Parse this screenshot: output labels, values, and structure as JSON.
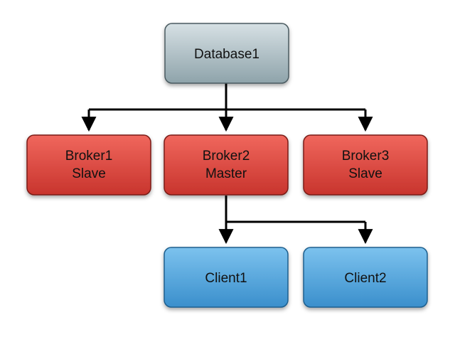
{
  "nodes": {
    "database": {
      "line1": "Database1"
    },
    "broker1": {
      "line1": "Broker1",
      "line2": "Slave"
    },
    "broker2": {
      "line1": "Broker2",
      "line2": "Master"
    },
    "broker3": {
      "line1": "Broker3",
      "line2": "Slave"
    },
    "client1": {
      "line1": "Client1"
    },
    "client2": {
      "line1": "Client2"
    }
  },
  "colors": {
    "database_fill": "#9fb2b8",
    "broker_fill": "#d9473f",
    "client_fill": "#4fa3d8",
    "edge": "#000000"
  }
}
